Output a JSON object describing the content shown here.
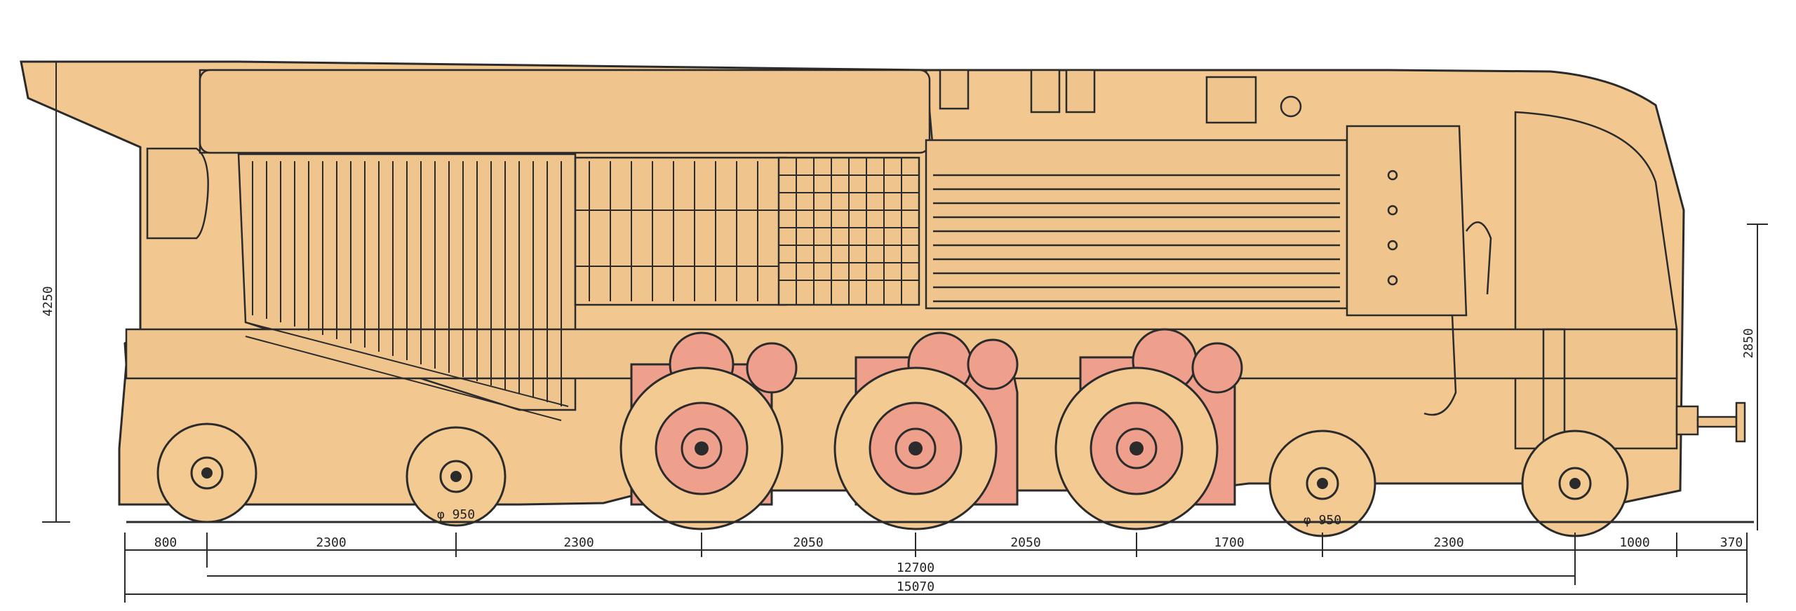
{
  "diagram": {
    "subject": "locomotive sectional elevation",
    "colors": {
      "body": "#f2c790",
      "machinery": "#eea08c",
      "ink": "#2b2b2b",
      "background": "#ffffff"
    },
    "vertical_dimensions": {
      "overall_height": "4250",
      "front_height": "2850"
    },
    "wheel_labels": {
      "rear_truck": "φ 950",
      "leading_truck": "φ 950"
    },
    "horizontal_dimensions": {
      "row1": [
        "800",
        "2300",
        "2300",
        "2050",
        "2050",
        "1700",
        "2300",
        "1000",
        "370"
      ],
      "wheelbase": "12700",
      "overall_length": "15070"
    }
  }
}
